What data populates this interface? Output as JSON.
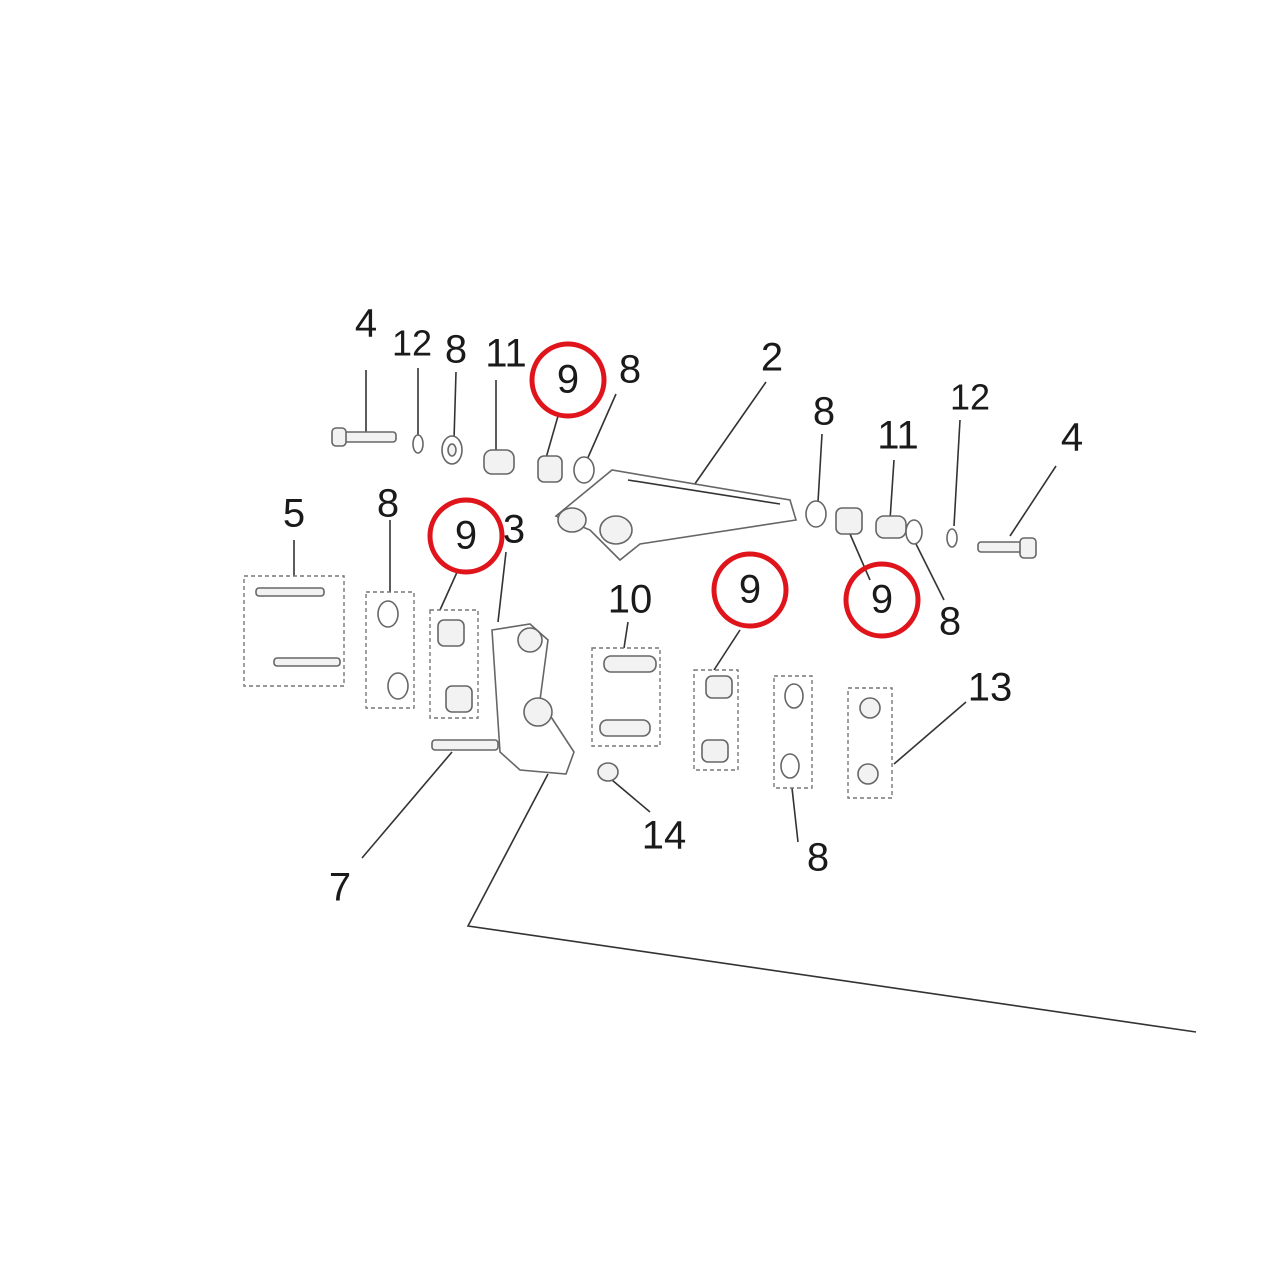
{
  "callouts": {
    "top_left": [
      "4",
      "12",
      "8",
      "11",
      "9",
      "8"
    ],
    "top_right": [
      "2",
      "8",
      "11",
      "12",
      "4",
      "9",
      "8"
    ],
    "left_groups": [
      "5",
      "8",
      "9",
      "3"
    ],
    "middle_groups": [
      "10",
      "9",
      "13",
      "14",
      "8",
      "7"
    ]
  },
  "highlight": {
    "part_number": "9",
    "color": "#e0141b"
  }
}
